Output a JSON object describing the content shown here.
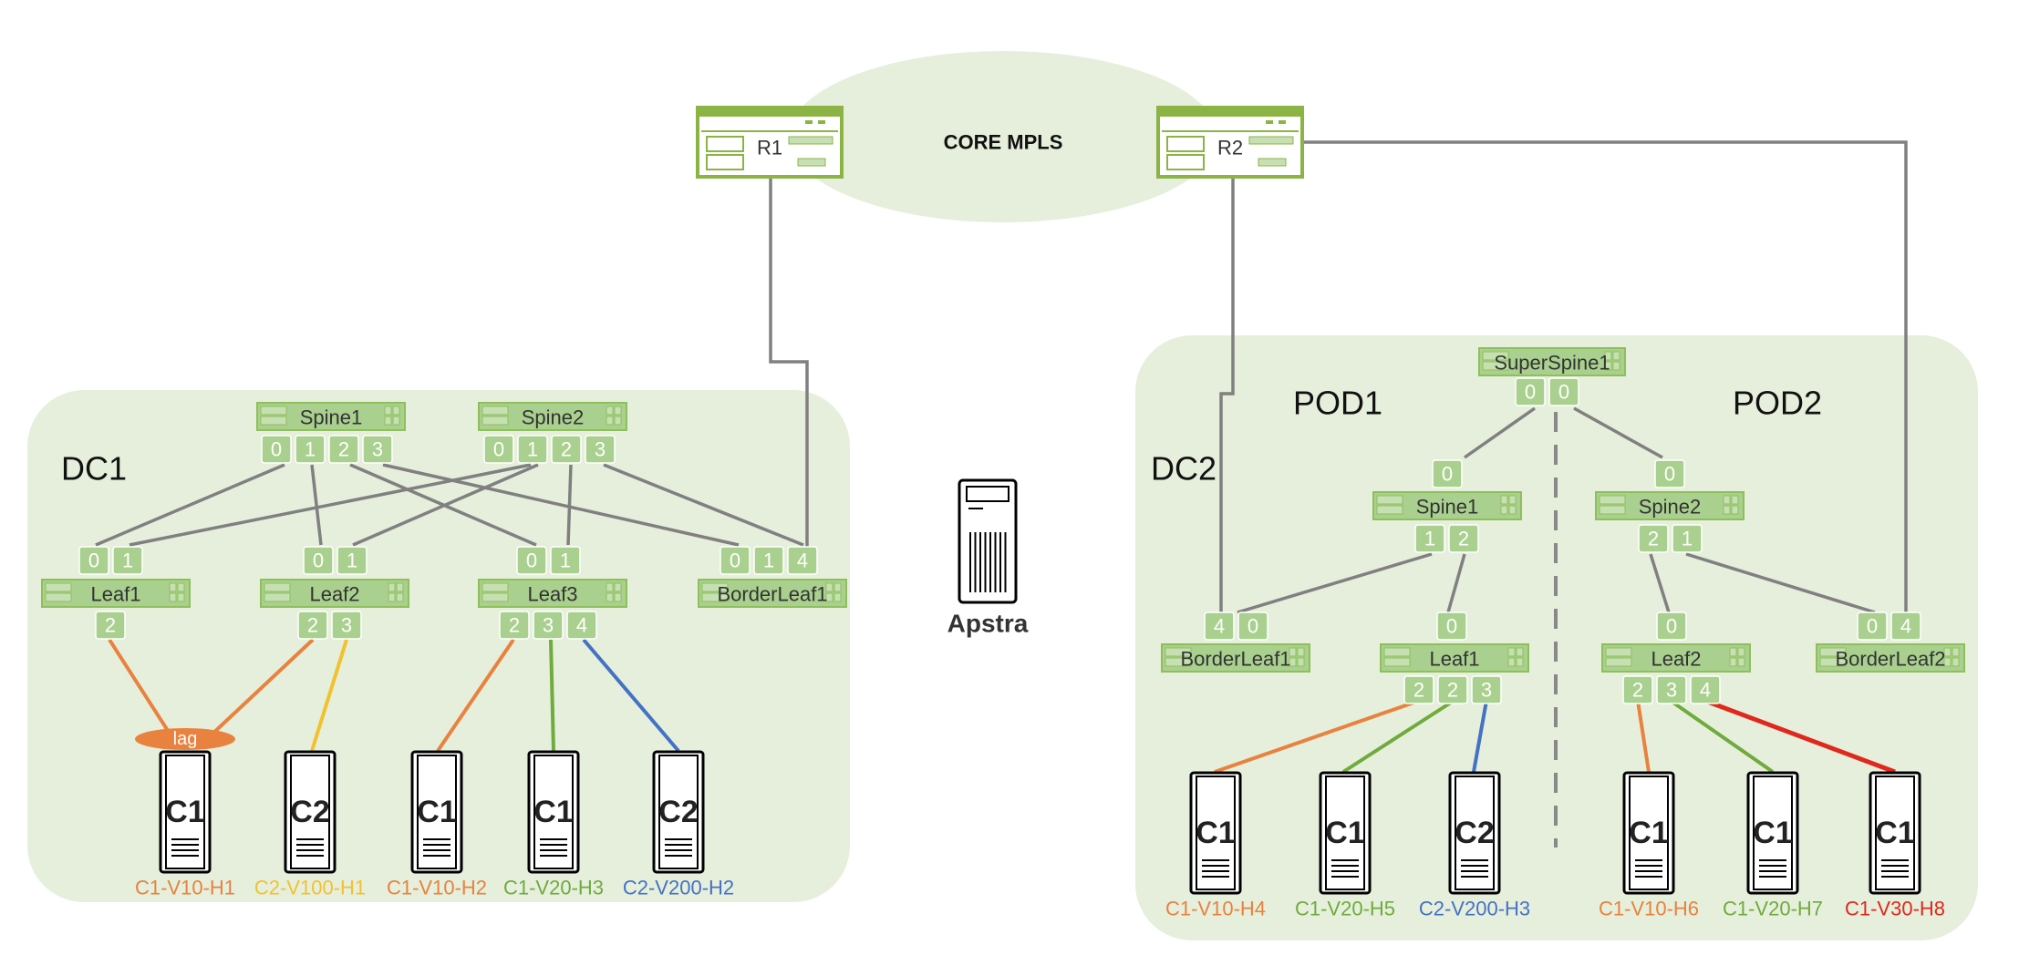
{
  "core": {
    "label": "CORE MPLS",
    "routers": [
      "R1",
      "R2"
    ]
  },
  "apstra": {
    "label": "Apstra"
  },
  "dc1": {
    "label": "DC1",
    "spines": [
      {
        "name": "Spine1",
        "ports": [
          "0",
          "1",
          "2",
          "3"
        ]
      },
      {
        "name": "Spine2",
        "ports": [
          "0",
          "1",
          "2",
          "3"
        ]
      }
    ],
    "leaves": [
      {
        "name": "Leaf1",
        "up": [
          "0",
          "1"
        ],
        "down": [
          "2"
        ]
      },
      {
        "name": "Leaf2",
        "up": [
          "0",
          "1"
        ],
        "down": [
          "2",
          "3"
        ]
      },
      {
        "name": "Leaf3",
        "up": [
          "0",
          "1"
        ],
        "down": [
          "2",
          "3",
          "4"
        ]
      },
      {
        "name": "BorderLeaf1",
        "up": [
          "0",
          "1",
          "4"
        ],
        "down": []
      }
    ],
    "lag_label": "lag",
    "servers": [
      {
        "tag": "C1",
        "label": "C1-V10-H1",
        "color": "#e8823e"
      },
      {
        "tag": "C2",
        "label": "C2-V100-H1",
        "color": "#f2c12e"
      },
      {
        "tag": "C1",
        "label": "C1-V10-H2",
        "color": "#e8823e"
      },
      {
        "tag": "C1",
        "label": "C1-V20-H3",
        "color": "#6fab3d"
      },
      {
        "tag": "C2",
        "label": "C2-V200-H2",
        "color": "#4472c4"
      }
    ]
  },
  "dc2": {
    "label": "DC2",
    "pods": [
      "POD1",
      "POD2"
    ],
    "superspine": {
      "name": "SuperSpine1",
      "ports": [
        "0",
        "0"
      ]
    },
    "spines": [
      {
        "name": "Spine1",
        "top": [
          "0"
        ],
        "bottom": [
          "1",
          "2"
        ]
      },
      {
        "name": "Spine2",
        "top": [
          "0"
        ],
        "bottom": [
          "2",
          "1"
        ]
      }
    ],
    "leaves": [
      {
        "name": "BorderLeaf1",
        "up": [
          "4",
          "0"
        ],
        "down": []
      },
      {
        "name": "Leaf1",
        "up": [
          "0"
        ],
        "down": [
          "2",
          "2",
          "3"
        ]
      },
      {
        "name": "Leaf2",
        "up": [
          "0"
        ],
        "down": [
          "2",
          "3",
          "4"
        ]
      },
      {
        "name": "BorderLeaf2",
        "up": [
          "0",
          "4"
        ],
        "down": []
      }
    ],
    "servers": [
      {
        "tag": "C1",
        "label": "C1-V10-H4",
        "color": "#e8823e"
      },
      {
        "tag": "C1",
        "label": "C1-V20-H5",
        "color": "#6fab3d"
      },
      {
        "tag": "C2",
        "label": "C2-V200-H3",
        "color": "#4472c4"
      },
      {
        "tag": "C1",
        "label": "C1-V10-H6",
        "color": "#e8823e"
      },
      {
        "tag": "C1",
        "label": "C1-V20-H7",
        "color": "#6fab3d"
      },
      {
        "tag": "C1",
        "label": "C1-V30-H8",
        "color": "#e0281c"
      }
    ]
  },
  "colors": {
    "zone": "#e6efdc",
    "switch": "#8fbf5a",
    "port": "#a9d08e",
    "link": "#808080"
  }
}
